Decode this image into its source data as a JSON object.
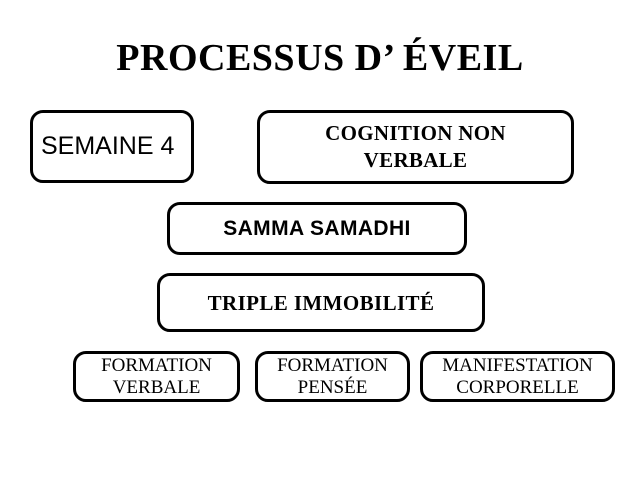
{
  "slide": {
    "background_color": "#ffffff",
    "text_color": "#000000",
    "title": "PROCESSUS D’ ÉVEIL"
  },
  "diagram": {
    "nodes": [
      {
        "id": "semaine",
        "label": "SEMAINE 4",
        "row": 1,
        "shape": "rounded-rectangle",
        "border_color": "#000000",
        "fill_color": "#ffffff"
      },
      {
        "id": "cognition",
        "label": "COGNITION NON\nVERBALE",
        "row": 1,
        "shape": "rounded-rectangle",
        "border_color": "#000000",
        "fill_color": "#ffffff"
      },
      {
        "id": "samadhi",
        "label": "SAMMA SAMADHI",
        "row": 2,
        "shape": "rounded-rectangle",
        "border_color": "#000000",
        "fill_color": "#ffffff"
      },
      {
        "id": "immobilite",
        "label": "TRIPLE IMMOBILITÉ",
        "row": 3,
        "shape": "rounded-rectangle",
        "border_color": "#000000",
        "fill_color": "#ffffff"
      },
      {
        "id": "formation-verbale",
        "label": "FORMATION\nVERBALE",
        "row": 4,
        "shape": "rounded-rectangle",
        "border_color": "#000000",
        "fill_color": "#ffffff"
      },
      {
        "id": "formation-pensee",
        "label": "FORMATION\nPENSÉE",
        "row": 4,
        "shape": "rounded-rectangle",
        "border_color": "#000000",
        "fill_color": "#ffffff"
      },
      {
        "id": "manifestation",
        "label": "MANIFESTATION\nCORPORELLE",
        "row": 4,
        "shape": "rounded-rectangle",
        "border_color": "#000000",
        "fill_color": "#ffffff"
      }
    ]
  }
}
